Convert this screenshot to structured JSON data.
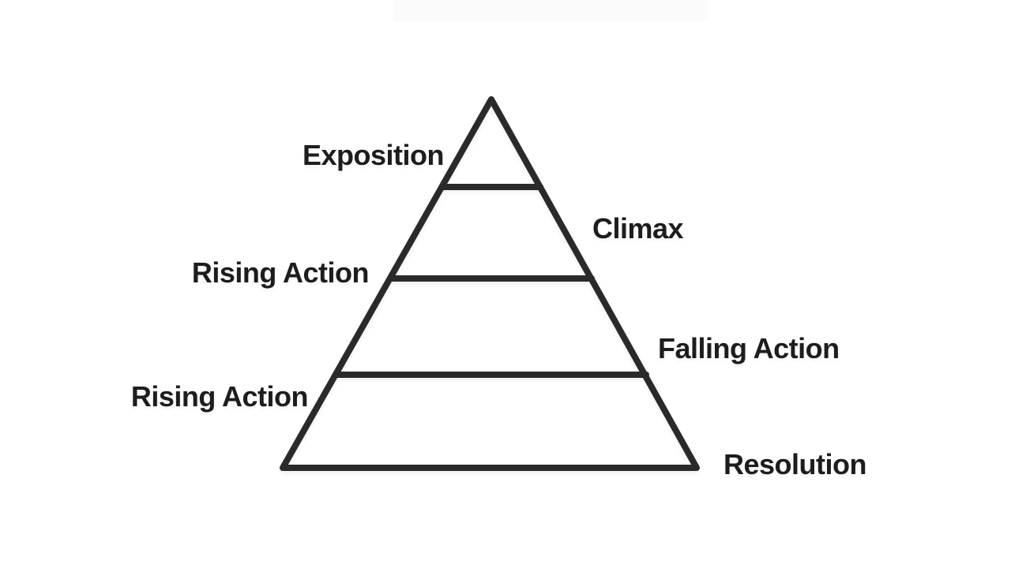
{
  "diagram": {
    "type": "plot-structure-pyramid",
    "sections": 4,
    "colors": {
      "stroke": "#2a2a2a",
      "text": "#1d1d1d",
      "background": "#ffffff",
      "top_artifact": "#fbfbfb"
    },
    "labels": [
      {
        "id": "exposition",
        "text": "Exposition",
        "side": "left"
      },
      {
        "id": "climax",
        "text": "Climax",
        "side": "right"
      },
      {
        "id": "rising-action-upper",
        "text": "Rising Action",
        "side": "left"
      },
      {
        "id": "falling-action",
        "text": "Falling Action",
        "side": "right"
      },
      {
        "id": "rising-action-lower",
        "text": "Rising Action",
        "side": "left"
      },
      {
        "id": "resolution",
        "text": "Resolution",
        "side": "right"
      }
    ]
  }
}
